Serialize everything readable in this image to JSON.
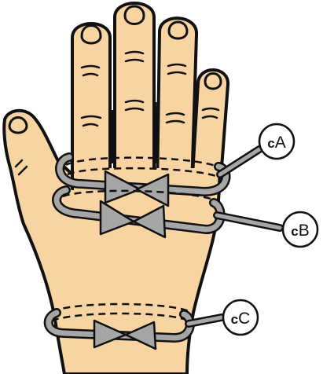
{
  "figure": {
    "subject": "hand-and-wrist-circumference-measurement",
    "colors": {
      "skin": "#F9D4A3",
      "outline": "#111111",
      "tape": "#A6A6A6",
      "background": "#FFFFFF"
    },
    "callouts": [
      {
        "prefix": "c",
        "suffix": "A"
      },
      {
        "prefix": "c",
        "suffix": "B"
      },
      {
        "prefix": "c",
        "suffix": "C"
      }
    ]
  }
}
